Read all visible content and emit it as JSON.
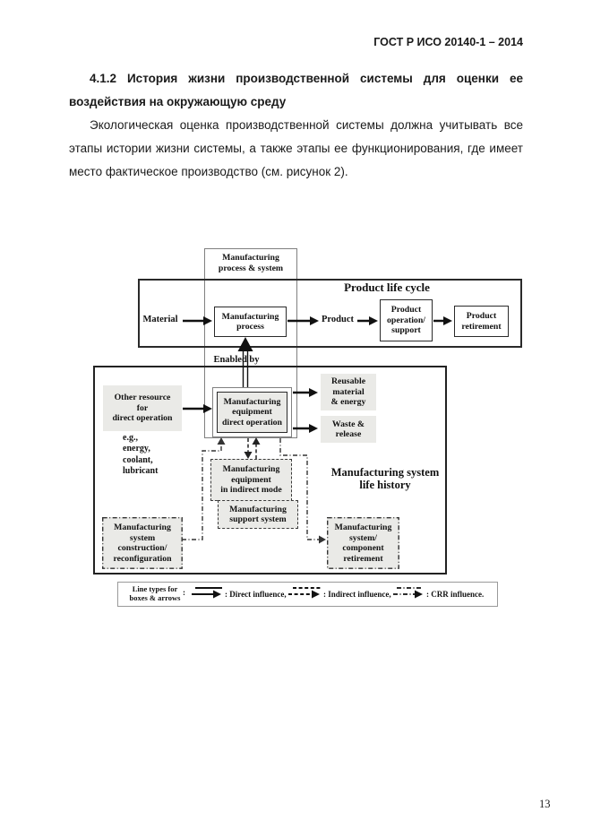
{
  "header": {
    "title": "ГОСТ Р ИСО 20140-1 – 2014"
  },
  "body": {
    "heading": [
      "4.1.2 История жизни производственной системы для оценки ее",
      "воздействия на окружающую среду"
    ],
    "paragraph": [
      "Экологическая оценка производственной системы должна учитывать все",
      "этапы истории жизни системы, а также этапы ее функционирования, где имеет",
      "место фактическое производство (см. рисунок 2)."
    ]
  },
  "figure": {
    "process_system": [
      "Manufacturing",
      "process & system"
    ],
    "plc_title": "Product life cycle",
    "material": "Material",
    "mfg_process": [
      "Manufacturing",
      "process"
    ],
    "product": "Product",
    "product_operation": [
      "Product",
      "operation/",
      "support"
    ],
    "product_retirement": [
      "Product",
      "retirement"
    ],
    "enabled_by": "Enabled by",
    "msh_title": [
      "Manufacturing system",
      "life history"
    ],
    "other_resource": [
      "Other resource",
      "for",
      "direct operation"
    ],
    "equip_direct": [
      "Manufacturing",
      "equipment",
      "direct operation"
    ],
    "reusable": [
      "Reusable",
      "material",
      "& energy"
    ],
    "waste": [
      "Waste &",
      "release"
    ],
    "eg_note": [
      "e.g.,",
      "energy,",
      "coolant,",
      "lubricant"
    ],
    "equip_indirect": [
      "Manufacturing",
      "equipment",
      "in indirect mode"
    ],
    "support_system": [
      "Manufacturing",
      "support system"
    ],
    "construction": [
      "Manufacturing",
      "system",
      "construction/",
      "reconfiguration"
    ],
    "sys_retirement": [
      "Manufacturing",
      "system/",
      "component",
      "retirement"
    ],
    "legend": {
      "label": [
        "Line types for",
        "boxes & arrows"
      ],
      "colon": ":",
      "direct": ": Direct influence,",
      "indirect": ": Indirect influence,",
      "crr": ": CRR influence."
    }
  },
  "footer": {
    "page_number": "13"
  },
  "colors": {
    "shaded_box": "#eaeae7",
    "line": "#1a1a1a"
  }
}
